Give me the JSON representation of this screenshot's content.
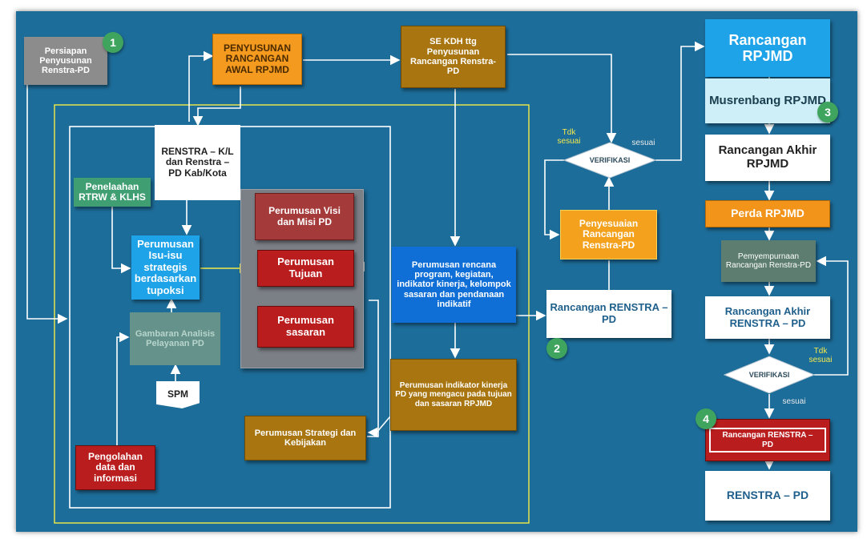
{
  "boxes": {
    "persiapan": "Persiapan Penyusunan Renstra-PD",
    "penyusunan_awal": "PENYUSUNAN RANCANGAN AWAL RPJMD",
    "se_kdh": "SE KDH ttg Penyusunan Rancangan Renstra-PD",
    "rancangan_rpjmd": "Rancangan RPJMD",
    "musrenbang": "Musrenbang RPJMD",
    "rancangan_akhir_rpjmd": "Rancangan Akhir RPJMD",
    "perda": "Perda RPJMD",
    "pemyempurnaan": "Pemyempurnaan Rancangan Renstra-PD",
    "rancangan_akhir_renstra": "Rancangan Akhir RENSTRA – PD",
    "rancangan_renstra_final": "Rancangan RENSTRA – PD",
    "renstra_pd": "RENSTRA – PD",
    "renstra_kl": "RENSTRA – K/L dan Renstra – PD Kab/Kota",
    "penelaahan": "Penelaahan RTRW & KLHS",
    "perumusan_isu": "Perumusan Isu-isu strategis berdasarkan tupoksi",
    "gambaran": "Gambaran Analisis Pelayanan PD",
    "spm": "SPM",
    "pengolahan": "Pengolahan data dan informasi",
    "visi_misi": "Perumusan Visi dan Misi PD",
    "tujuan": "Perumusan Tujuan",
    "sasaran": "Perumusan sasaran",
    "strategi": "Perumusan Strategi dan Kebijakan",
    "rencana_program": "Perumusan rencana program, kegiatan, indikator kinerja, kelompok sasaran dan pendanaan indikatif",
    "indikator_kinerja": "Perumusan indikator kinerja PD yang mengacu pada tujuan dan sasaran RPJMD",
    "penyesuaian": "Penyesuaian Rancangan Renstra-PD",
    "rancangan_renstra_mid": "Rancangan RENSTRA – PD"
  },
  "decisions": {
    "verifikasi_1": "VERIFIKASI",
    "verifikasi_2": "VERIFIKASI"
  },
  "labels": {
    "tdk_sesuai_1": "Tdk sesuai",
    "sesuai_1": "sesuai",
    "tdk_sesuai_2": "Tdk sesuai",
    "sesuai_2": "sesuai"
  },
  "steps": {
    "s1": "1",
    "s2": "2",
    "s3": "3",
    "s4": "4"
  }
}
